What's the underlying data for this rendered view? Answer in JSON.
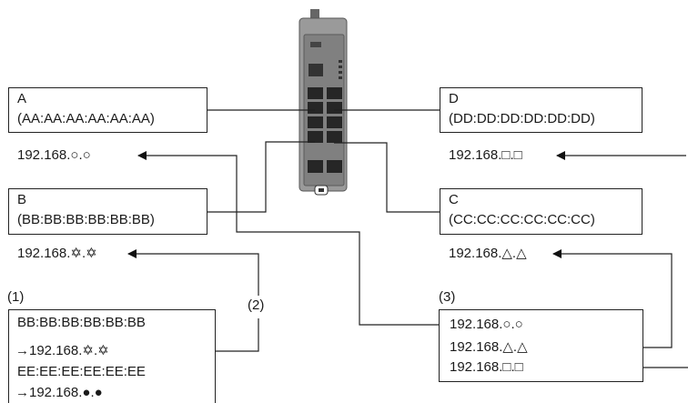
{
  "devices": {
    "a": {
      "name": "A",
      "mac": "(AA:AA:AA:AA:AA:AA)",
      "ip": "192.168.○.○"
    },
    "b": {
      "name": "B",
      "mac": "(BB:BB:BB:BB:BB:BB)",
      "ip": "192.168.✡.✡"
    },
    "c": {
      "name": "C",
      "mac": "(CC:CC:CC:CC:CC:CC)",
      "ip": "192.168.△.△"
    },
    "d": {
      "name": "D",
      "mac": "(DD:DD:DD:DD:DD:DD)",
      "ip": "192.168.□.□"
    }
  },
  "callouts": {
    "c1": "(1)",
    "c2": "(2)",
    "c3": "(3)"
  },
  "table1": {
    "lines": [
      "BB:BB:BB:BB:BB:BB",
      "→192.168.✡.✡",
      "EE:EE:EE:EE:EE:EE",
      "→192.168.●.●"
    ]
  },
  "table3": {
    "lines": [
      "192.168.○.○",
      "192.168.△.△",
      "192.168.□.□"
    ]
  }
}
